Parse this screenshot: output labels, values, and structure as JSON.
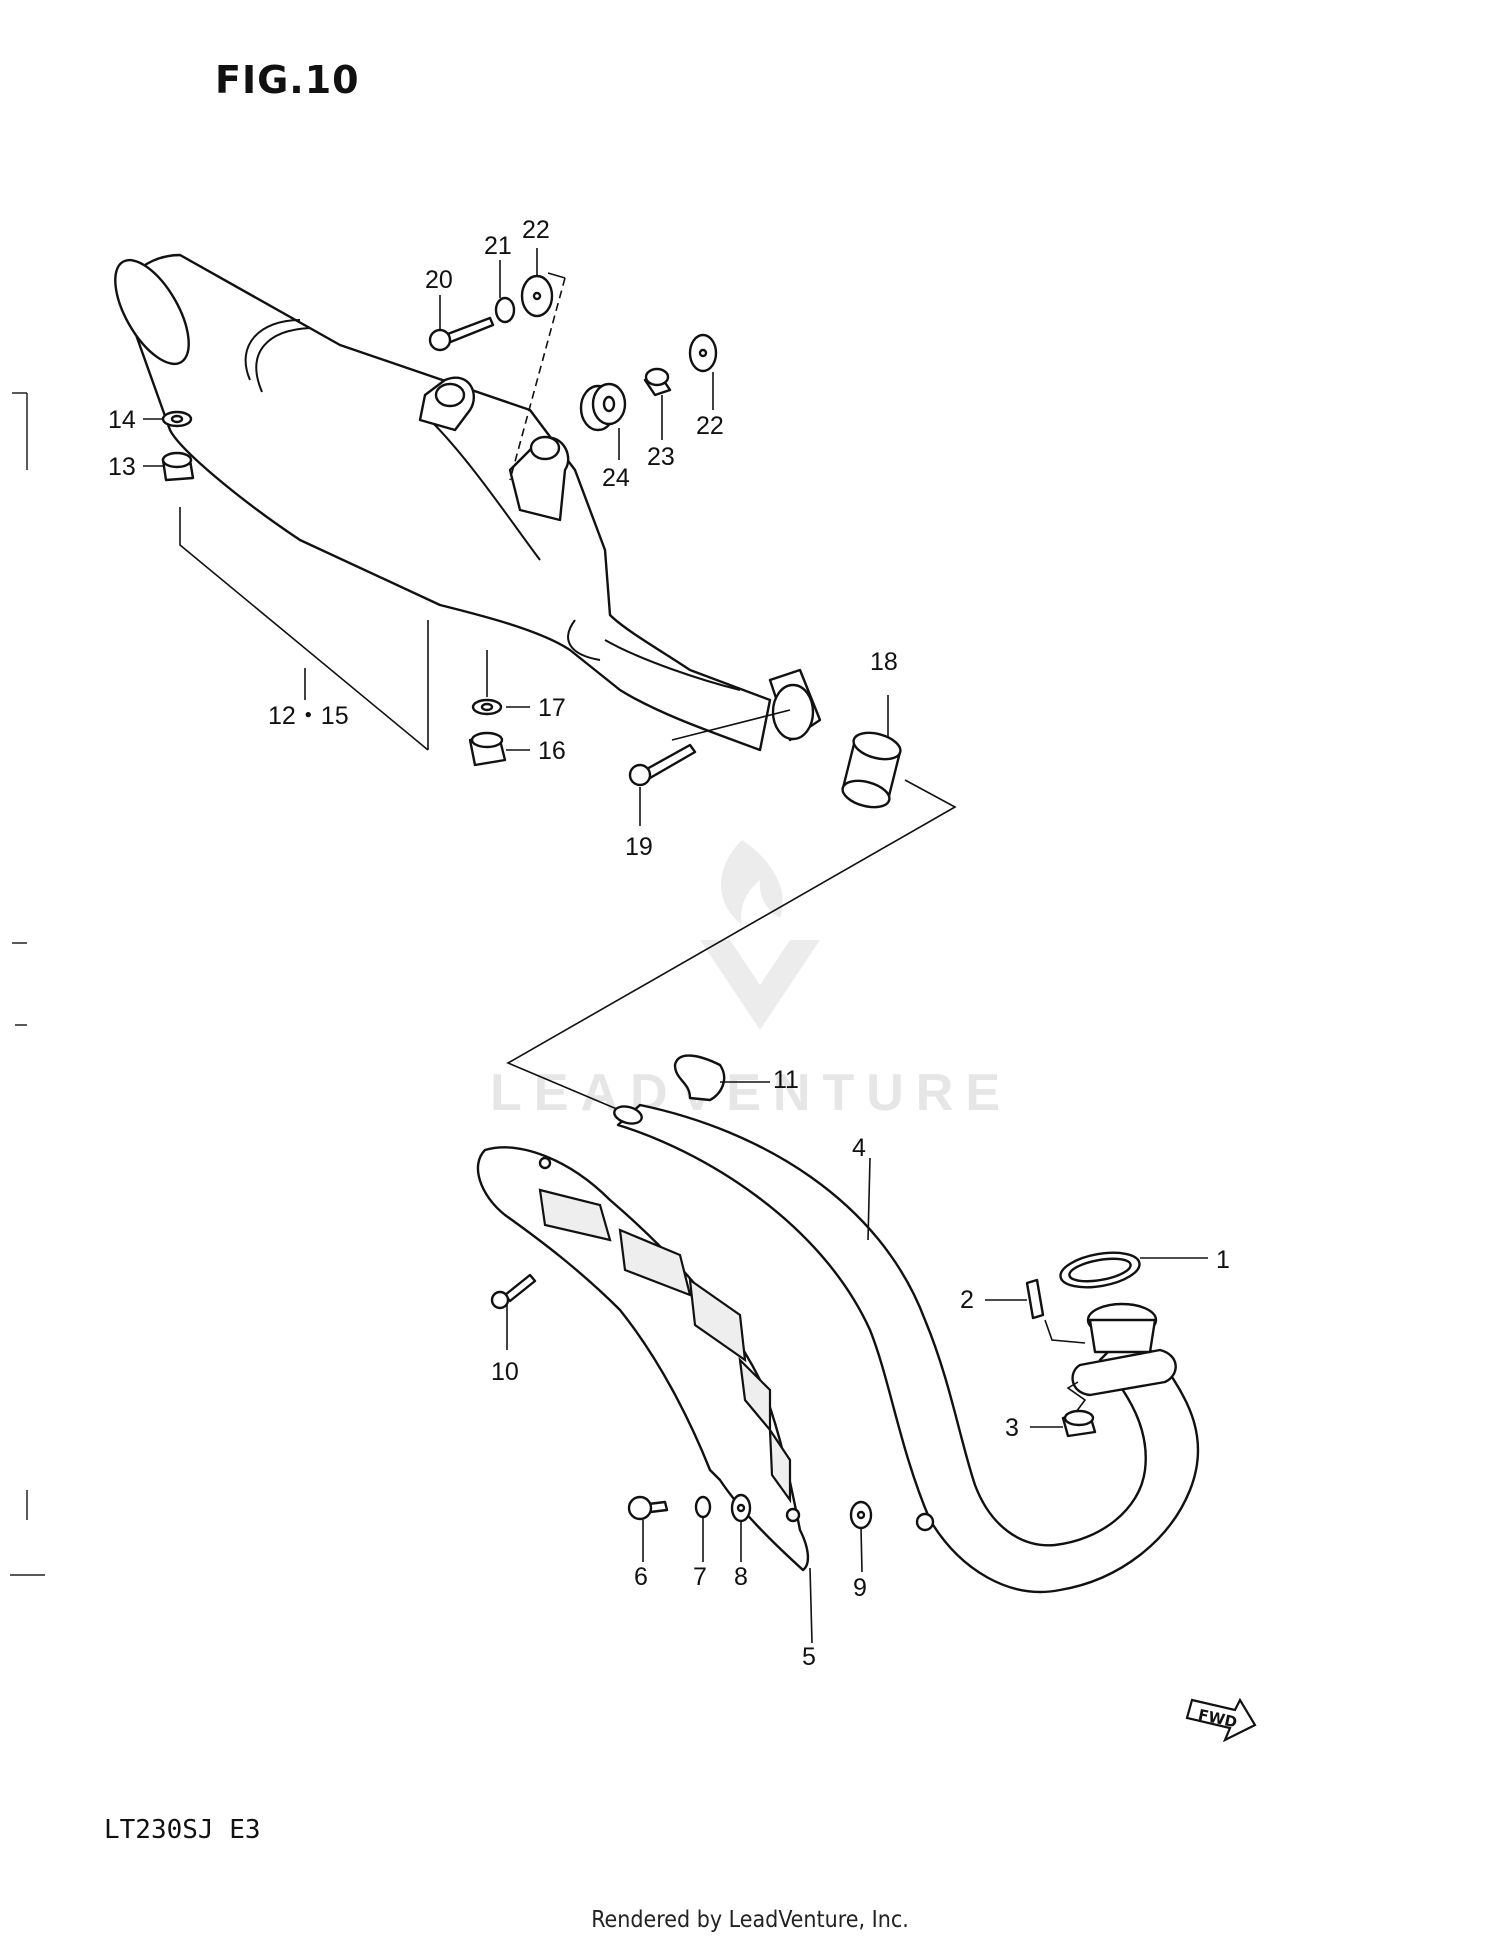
{
  "header": {
    "figure_label": "FIG.10"
  },
  "model_code": "LT230SJ E3",
  "footer": {
    "rendered_by": "Rendered by LeadVenture, Inc."
  },
  "watermark": {
    "text": "LEADVENTURE"
  },
  "fwd_arrow": {
    "label": "FWD"
  },
  "callouts": {
    "c1": "1",
    "c2": "2",
    "c3": "3",
    "c4": "4",
    "c5": "5",
    "c6": "6",
    "c7": "7",
    "c8": "8",
    "c9": "9",
    "c10": "10",
    "c11": "11",
    "c12_15": "12・15",
    "c13": "13",
    "c14": "14",
    "c16": "16",
    "c17": "17",
    "c18": "18",
    "c19": "19",
    "c20": "20",
    "c21": "21",
    "c22a": "22",
    "c22b": "22",
    "c23": "23",
    "c24": "24"
  }
}
